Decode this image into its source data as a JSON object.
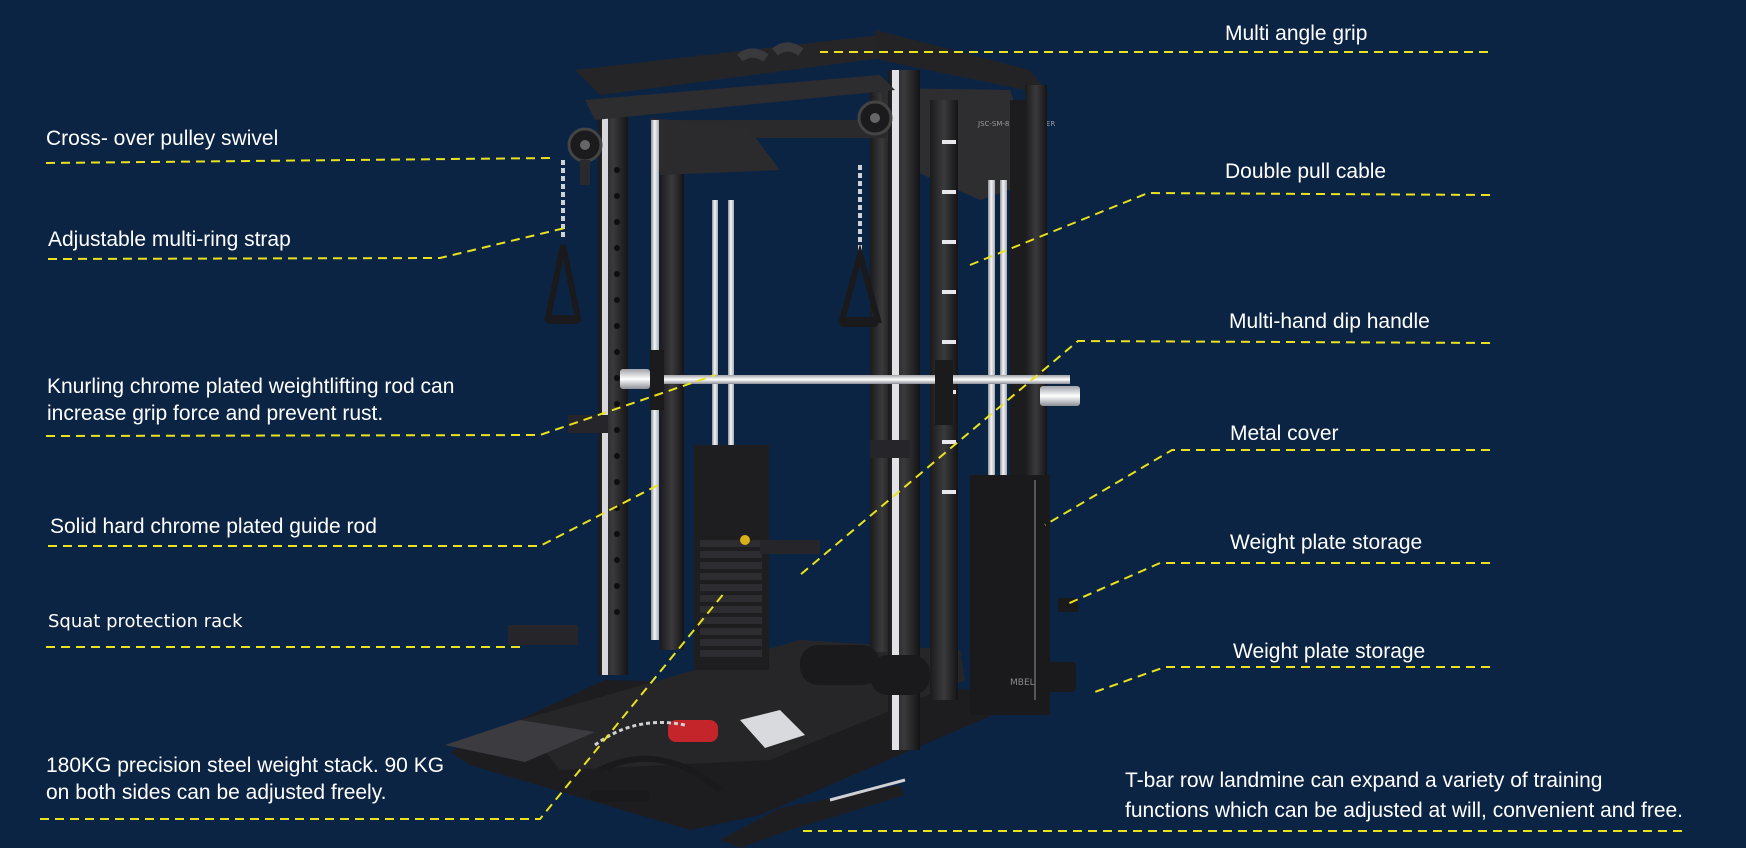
{
  "labels": {
    "multi_angle_grip": "Multi angle grip",
    "crossover_pulley_swivel": "Cross- over pulley swivel",
    "double_pull_cable": "Double pull cable",
    "adjustable_multi_ring_strap": "Adjustable multi-ring strap",
    "multi_hand_dip_handle": "Multi-hand dip handle",
    "knurling_rod_line1": "Knurling chrome plated weightlifting  rod can",
    "knurling_rod_line2": "increase grip force and prevent rust.",
    "metal_cover": "Metal cover",
    "guide_rod": "Solid hard chrome plated guide rod",
    "weight_plate_storage_upper": "Weight plate storage",
    "squat_protection_rack": "Squat protection rack",
    "weight_plate_storage_lower": "Weight plate storage",
    "weight_stack_line1": "180KG precision steel weight stack. 90 KG",
    "weight_stack_line2": "on both sides can be adjusted freely.",
    "tbar_line1": "T-bar row landmine can expand a variety of training",
    "tbar_line2": "functions which can be adjusted at will, convenient and free."
  },
  "machine_badge": "MBEL",
  "panel_text": "JSC-SM-8500 TRAINER"
}
